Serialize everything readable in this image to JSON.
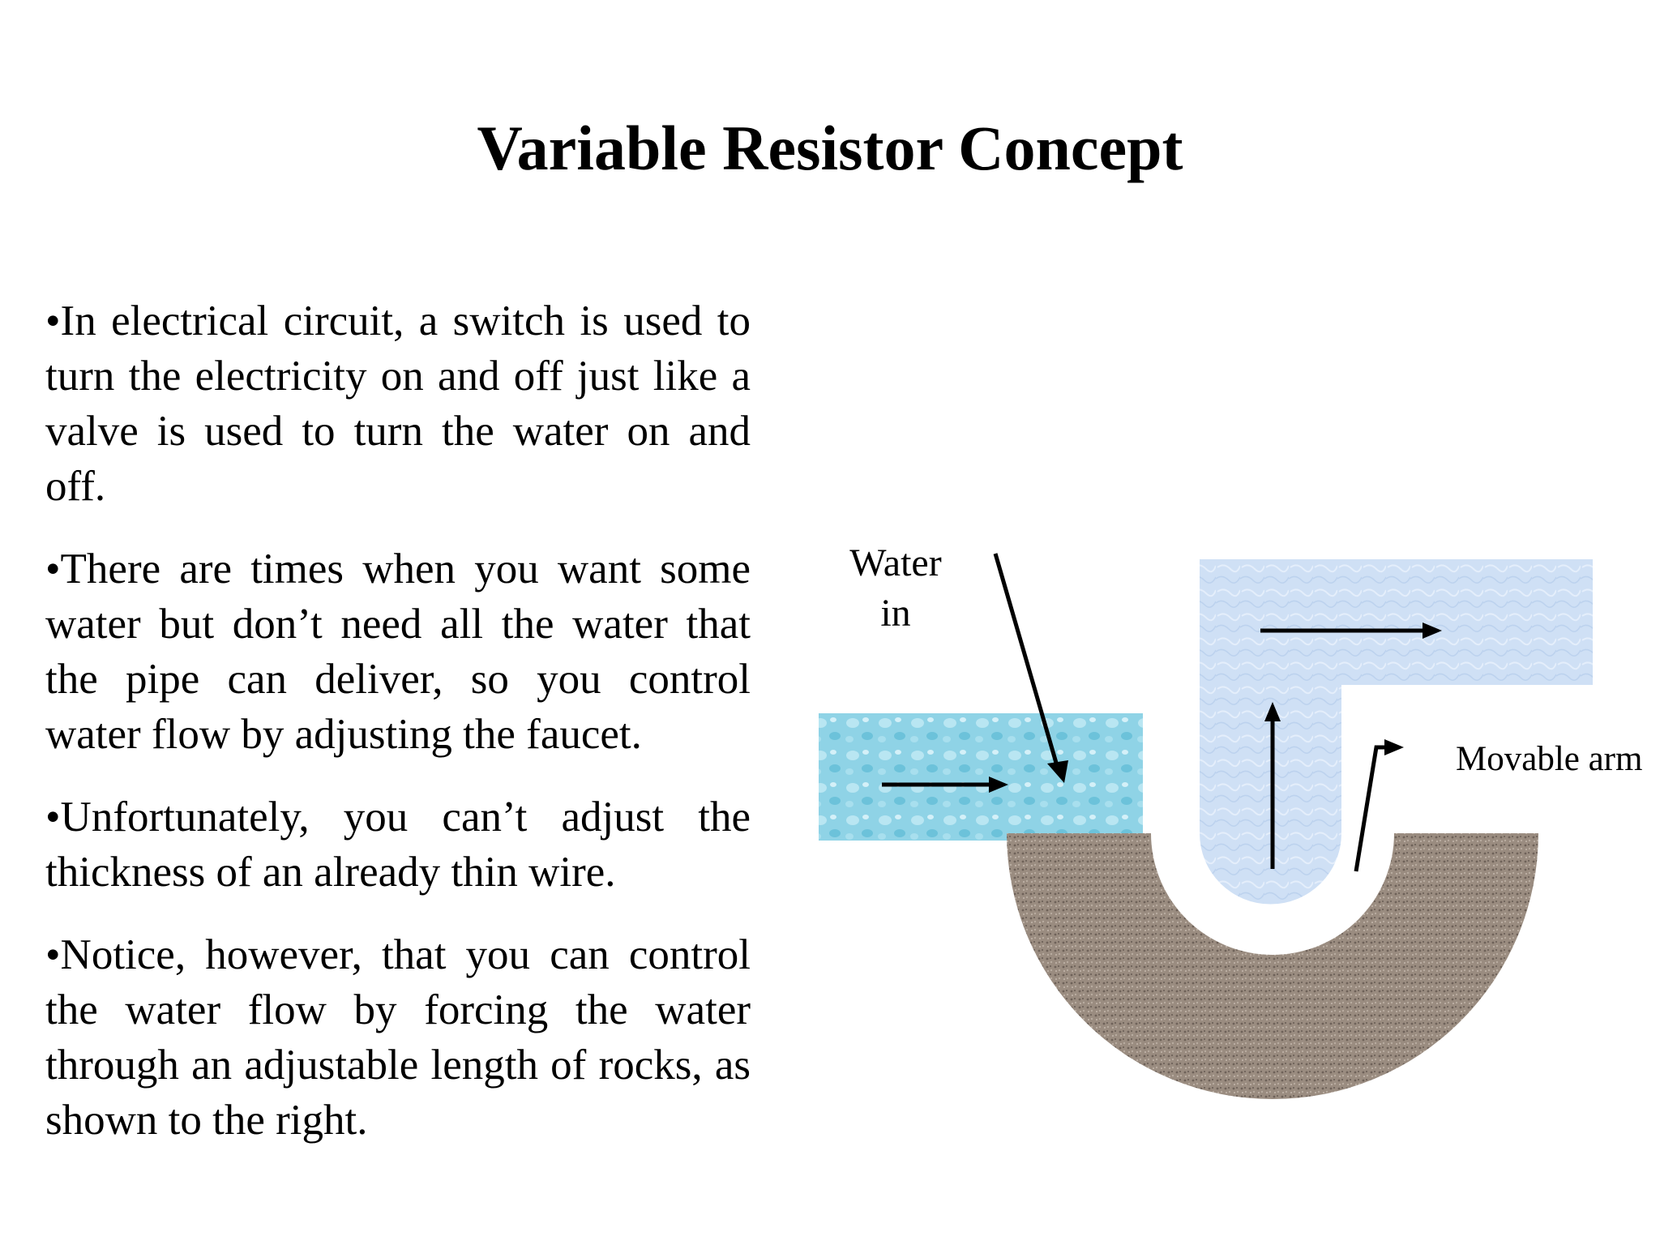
{
  "slide": {
    "title": "Variable Resistor Concept",
    "bullets": [
      "•In electrical circuit, a switch is used to turn the electricity on and off just like a valve is used to turn the water on and off.",
      "•There are times when you want some water but don’t need all the water that the pipe can deliver, so you control water flow by adjusting the faucet.",
      "•Unfortunately, you can’t adjust the thickness of an already thin wire.",
      "•Notice, however, that you can control the water flow by forcing the water through an adjustable length of rocks, as shown to the right."
    ]
  },
  "diagram": {
    "labels": {
      "water_in_line1": "Water",
      "water_in_line2": "in",
      "movable_arm": "Movable arm"
    },
    "colors": {
      "water_inlet": "#8fd3e6",
      "water_pipe": "#cfe0f5",
      "rocks": "#9c8f83",
      "arrow": "#000000"
    }
  }
}
